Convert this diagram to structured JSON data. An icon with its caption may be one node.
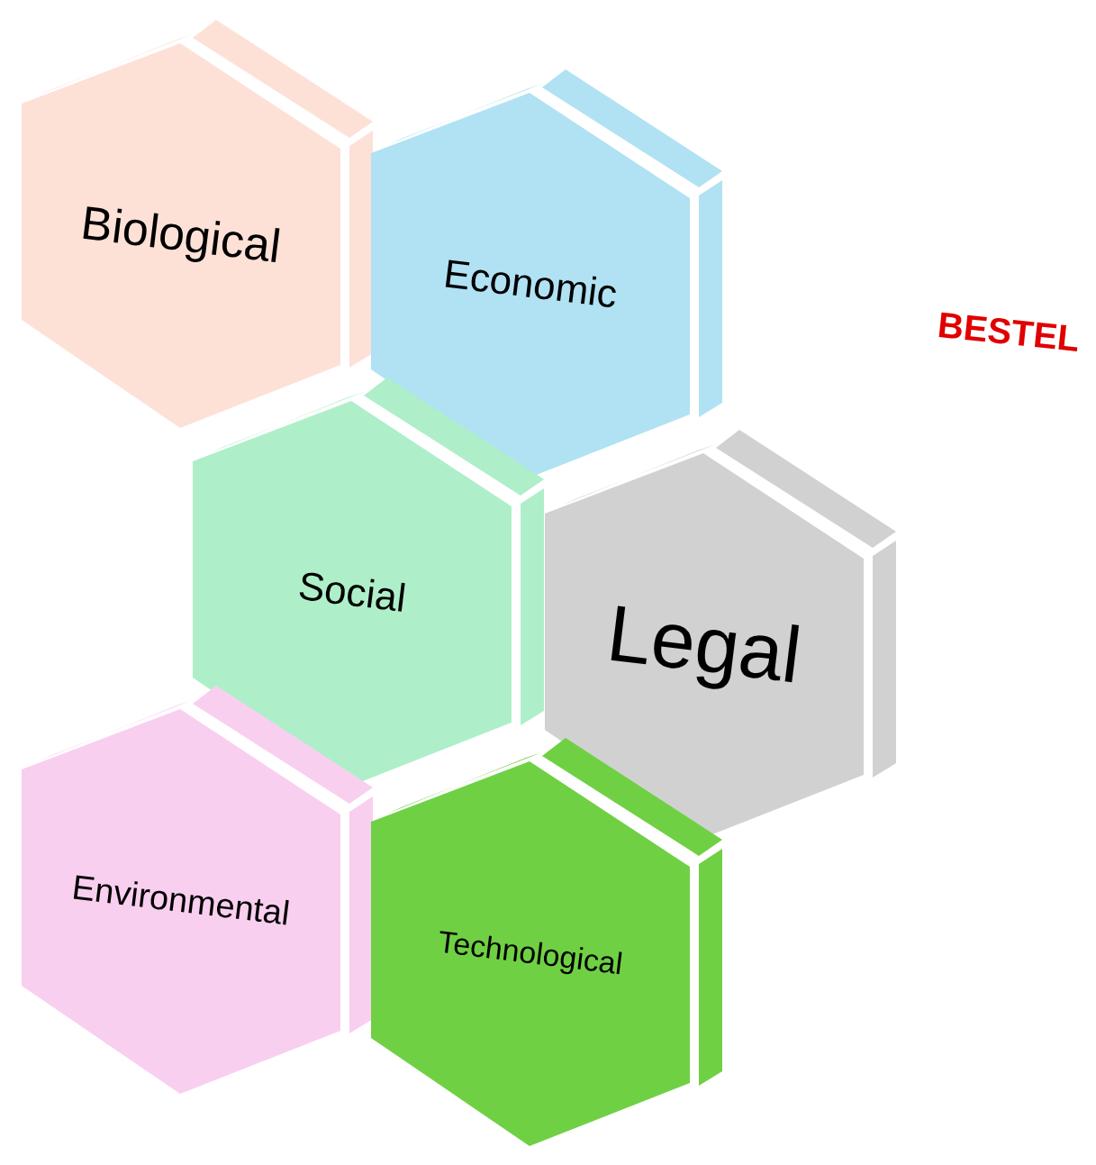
{
  "diagram": {
    "nodes": [
      {
        "text": [
          "Biological"
        ]
      },
      {
        "text": [
          "Economic"
        ]
      },
      {
        "text": [
          "Social"
        ]
      },
      {
        "text": [
          "Legal"
        ]
      },
      {
        "text": [
          "Environmental"
        ]
      },
      {
        "text": [
          "Technological"
        ]
      }
    ],
    "labels": [
      "BESTEL"
    ]
  }
}
